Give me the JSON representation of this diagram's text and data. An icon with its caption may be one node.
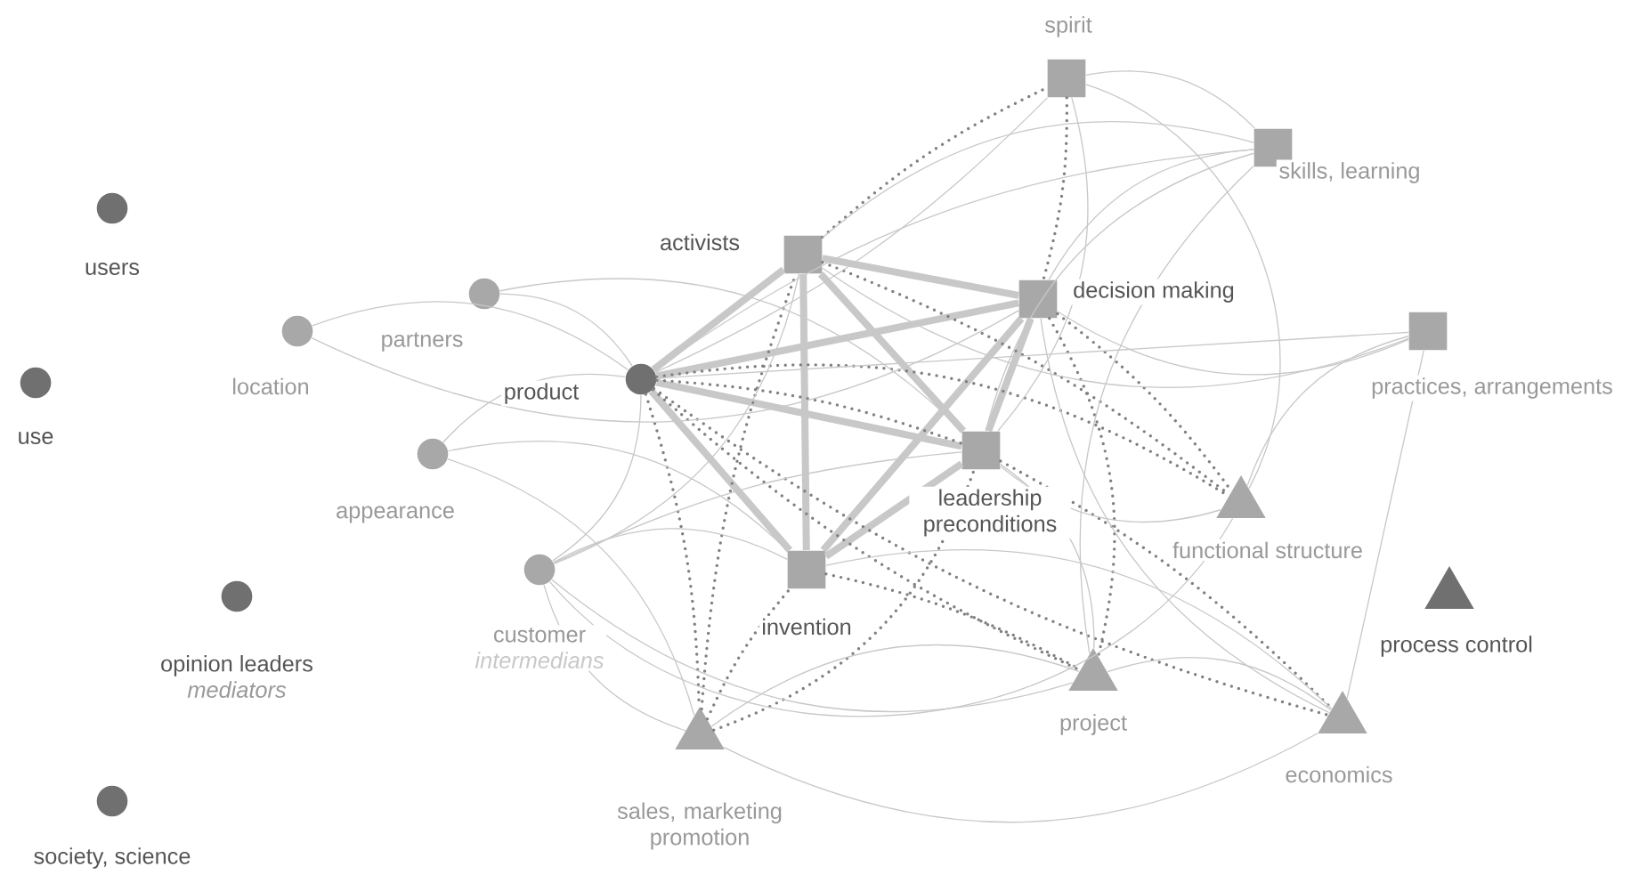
{
  "diagram": {
    "nodes": [
      {
        "text": [
          "users"
        ]
      },
      {
        "text": [
          "use"
        ]
      },
      {
        "text": [
          "opinion leaders",
          "mediators"
        ]
      },
      {
        "text": [
          "society, science"
        ]
      },
      {
        "text": [
          "location"
        ]
      },
      {
        "text": [
          "partners"
        ]
      },
      {
        "text": [
          "product"
        ]
      },
      {
        "text": [
          "appearance"
        ]
      },
      {
        "text": [
          "customer",
          "intermedians"
        ]
      },
      {
        "text": [
          "sales, marketing promotion"
        ]
      },
      {
        "text": [
          "activists"
        ]
      },
      {
        "text": [
          "spirit"
        ]
      },
      {
        "text": [
          "skills, learning"
        ]
      },
      {
        "text": [
          "decision making"
        ]
      },
      {
        "text": [
          "practices, arrangements"
        ]
      },
      {
        "text": [
          "leadership preconditions"
        ]
      },
      {
        "text": [
          "invention"
        ]
      },
      {
        "text": [
          "functional structure"
        ]
      },
      {
        "text": [
          "project"
        ]
      },
      {
        "text": [
          "economics"
        ]
      },
      {
        "text": [
          "process control"
        ]
      }
    ],
    "edges": [
      {
        "from": 6,
        "to": 10,
        "arrow": "none",
        "style": "thick"
      },
      {
        "from": 6,
        "to": 13,
        "arrow": "none",
        "style": "thick"
      },
      {
        "from": 6,
        "to": 15,
        "arrow": "none",
        "style": "thick"
      },
      {
        "from": 6,
        "to": 16,
        "arrow": "none",
        "style": "thick"
      },
      {
        "from": 10,
        "to": 13,
        "arrow": "none",
        "style": "thick"
      },
      {
        "from": 10,
        "to": 15,
        "arrow": "none",
        "style": "thick"
      },
      {
        "from": 10,
        "to": 16,
        "arrow": "none",
        "style": "thick"
      },
      {
        "from": 13,
        "to": 15,
        "arrow": "none",
        "style": "thick"
      },
      {
        "from": 13,
        "to": 16,
        "arrow": "none",
        "style": "thick"
      },
      {
        "from": 16,
        "to": 15,
        "arrow": "none",
        "style": "thick"
      },
      {
        "from": 6,
        "to": 15,
        "arrow": "none",
        "style": "dashed",
        "color": "#808080"
      },
      {
        "from": 10,
        "to": 11,
        "arrow": "none",
        "style": "dashed",
        "color": "#808080"
      },
      {
        "from": 11,
        "to": 13,
        "arrow": "none",
        "style": "dashed",
        "color": "#808080"
      },
      {
        "from": 6,
        "to": 9,
        "arrow": "none",
        "style": "dashed",
        "color": "#808080"
      },
      {
        "from": 9,
        "to": 16,
        "arrow": "none",
        "style": "dashed",
        "color": "#808080"
      },
      {
        "from": 9,
        "to": 10,
        "arrow": "none",
        "style": "dashed",
        "color": "#808080"
      },
      {
        "from": 9,
        "to": 15,
        "arrow": "none",
        "style": "dashed",
        "color": "#808080"
      },
      {
        "from": 6,
        "to": 17,
        "arrow": "none",
        "style": "dashed",
        "color": "#808080"
      },
      {
        "from": 10,
        "to": 17,
        "arrow": "none",
        "style": "dashed",
        "color": "#808080"
      },
      {
        "from": 13,
        "to": 17,
        "arrow": "none",
        "style": "dashed",
        "color": "#808080"
      },
      {
        "from": 13,
        "to": 18,
        "arrow": "none",
        "style": "dashed",
        "color": "#808080"
      },
      {
        "from": 6,
        "to": 18,
        "arrow": "none",
        "style": "dashed",
        "color": "#808080"
      },
      {
        "from": 16,
        "to": 18,
        "arrow": "none",
        "style": "dashed",
        "color": "#808080"
      },
      {
        "from": 15,
        "to": 19,
        "arrow": "none",
        "style": "dashed",
        "color": "#808080"
      },
      {
        "from": 6,
        "to": 19,
        "arrow": "none",
        "style": "dashed",
        "color": "#808080"
      },
      {
        "from": 4,
        "to": 6,
        "arrow": "none"
      },
      {
        "from": 4,
        "to": 13,
        "arrow": "none"
      },
      {
        "from": 5,
        "to": 6,
        "arrow": "none"
      },
      {
        "from": 5,
        "to": 15,
        "arrow": "none"
      },
      {
        "from": 7,
        "to": 6,
        "arrow": "none"
      },
      {
        "from": 7,
        "to": 9,
        "arrow": "none"
      },
      {
        "from": 7,
        "to": 16,
        "arrow": "none"
      },
      {
        "from": 8,
        "to": 6,
        "arrow": "none"
      },
      {
        "from": 8,
        "to": 10,
        "arrow": "none"
      },
      {
        "from": 8,
        "to": 9,
        "arrow": "none"
      },
      {
        "from": 8,
        "to": 16,
        "arrow": "none"
      },
      {
        "from": 8,
        "to": 15,
        "arrow": "none"
      },
      {
        "from": 8,
        "to": 17,
        "arrow": "none"
      },
      {
        "from": 8,
        "to": 18,
        "arrow": "none"
      },
      {
        "from": 6,
        "to": 11,
        "arrow": "none"
      },
      {
        "from": 6,
        "to": 12,
        "arrow": "none"
      },
      {
        "from": 10,
        "to": 12,
        "arrow": "none"
      },
      {
        "from": 10,
        "to": 14,
        "arrow": "none"
      },
      {
        "from": 11,
        "to": 15,
        "arrow": "none"
      },
      {
        "from": 11,
        "to": 17,
        "arrow": "none"
      },
      {
        "from": 11,
        "to": 12,
        "arrow": "none"
      },
      {
        "from": 12,
        "to": 13,
        "arrow": "none"
      },
      {
        "from": 12,
        "to": 15,
        "arrow": "none"
      },
      {
        "from": 12,
        "to": 18,
        "arrow": "none"
      },
      {
        "from": 14,
        "to": 13,
        "arrow": "none"
      },
      {
        "from": 14,
        "to": 17,
        "arrow": "none"
      },
      {
        "from": 14,
        "to": 19,
        "arrow": "none"
      },
      {
        "from": 14,
        "to": 6,
        "arrow": "none"
      },
      {
        "from": 9,
        "to": 18,
        "arrow": "none"
      },
      {
        "from": 9,
        "to": 19,
        "arrow": "none"
      },
      {
        "from": 16,
        "to": 19,
        "arrow": "none"
      },
      {
        "from": 15,
        "to": 17,
        "arrow": "none"
      },
      {
        "from": 15,
        "to": 18,
        "arrow": "none"
      },
      {
        "from": 13,
        "to": 19,
        "arrow": "none"
      },
      {
        "from": 18,
        "to": 19,
        "arrow": "none"
      }
    ]
  }
}
